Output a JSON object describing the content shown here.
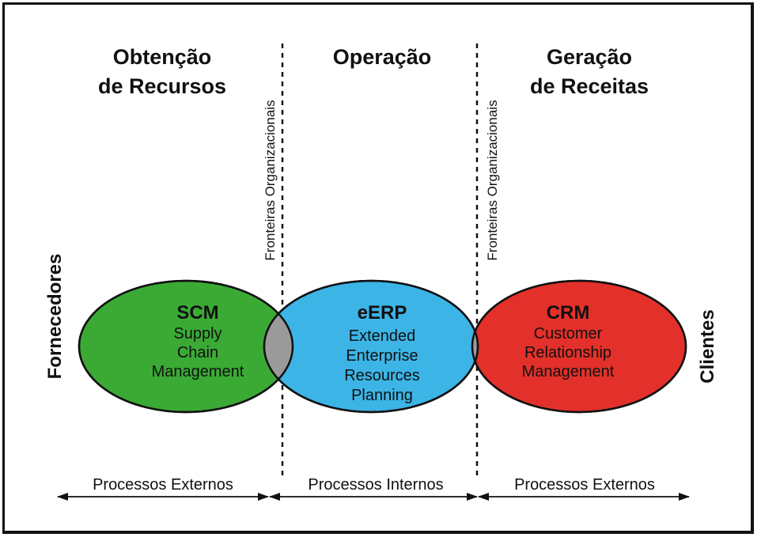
{
  "headers": {
    "left": [
      "Obtenção",
      "de Recursos"
    ],
    "center": [
      "Operação"
    ],
    "right": [
      "Geração",
      "de Receitas"
    ]
  },
  "boundary_label": "Fronteiras Organizacionais",
  "sides": {
    "left": "Fornecedores",
    "right": "Clientes"
  },
  "systems": {
    "scm": {
      "name": "SCM",
      "lines": [
        "Supply",
        "Chain",
        "Management"
      ],
      "color": "#3aaa35"
    },
    "eerp": {
      "name": "eERP",
      "lines": [
        "Extended",
        "Enterprise",
        "Resources",
        "Planning"
      ],
      "color": "#3cb4e6"
    },
    "crm": {
      "name": "CRM",
      "lines": [
        "Customer",
        "Relationship",
        "Management"
      ],
      "color": "#e3302a"
    }
  },
  "overlap_color": "#9a9a9a",
  "processes": {
    "left": "Processos Externos",
    "center": "Processos Internos",
    "right": "Processos Externos"
  }
}
